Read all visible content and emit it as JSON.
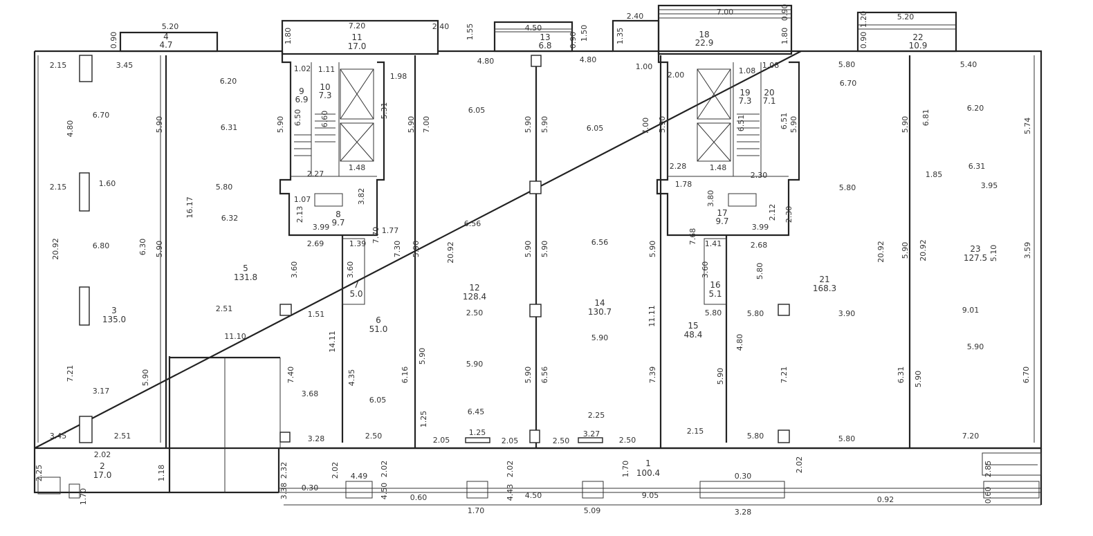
{
  "rooms": [
    {
      "id": "4",
      "no": "4",
      "area": "4.7"
    },
    {
      "id": "11",
      "no": "11",
      "area": "17.0"
    },
    {
      "id": "13",
      "no": "13",
      "area": "6.8"
    },
    {
      "id": "18",
      "no": "18",
      "area": "22.9"
    },
    {
      "id": "22",
      "no": "22",
      "area": "10.9"
    },
    {
      "id": "9",
      "no": "9",
      "area": "6.9"
    },
    {
      "id": "10",
      "no": "10",
      "area": "7.3"
    },
    {
      "id": "19",
      "no": "19",
      "area": "7.3"
    },
    {
      "id": "20",
      "no": "20",
      "area": "7.1"
    },
    {
      "id": "8",
      "no": "8",
      "area": "9.7"
    },
    {
      "id": "17",
      "no": "17",
      "area": "9.7"
    },
    {
      "id": "7",
      "no": "7",
      "area": "5.0"
    },
    {
      "id": "16",
      "no": "16",
      "area": "5.1"
    },
    {
      "id": "5",
      "no": "5",
      "area": "131.8"
    },
    {
      "id": "3",
      "no": "3",
      "area": "135.0"
    },
    {
      "id": "6",
      "no": "6",
      "area": "51.0"
    },
    {
      "id": "12",
      "no": "12",
      "area": "128.4"
    },
    {
      "id": "14",
      "no": "14",
      "area": "130.7"
    },
    {
      "id": "15",
      "no": "15",
      "area": "48.4"
    },
    {
      "id": "21",
      "no": "21",
      "area": "168.3"
    },
    {
      "id": "23",
      "no": "23",
      "area": "127.5"
    },
    {
      "id": "2",
      "no": "2",
      "area": "17.0"
    },
    {
      "id": "1",
      "no": "1",
      "area": "100.4"
    }
  ],
  "dimensions": [
    "5.20",
    "0.90",
    "7.20",
    "1.80",
    "2.40",
    "1.55",
    "4.50",
    "1.50",
    "1.35",
    "2.40",
    "7.00",
    "0.90",
    "5.20",
    "1.20",
    "0.90",
    "0.90",
    "1.80",
    "2.15",
    "3.45",
    "6.20",
    "1.02",
    "1.11",
    "1.98",
    "4.80",
    "4.80",
    "1.00",
    "2.00",
    "1.08",
    "1.08",
    "5.80",
    "5.40",
    "6.70",
    "4.80",
    "5.90",
    "6.31",
    "5.90",
    "6.50",
    "6.60",
    "5.31",
    "5.90",
    "7.00",
    "6.05",
    "5.90",
    "5.90",
    "6.05",
    "7.00",
    "5.90",
    "6.51",
    "6.51",
    "5.90",
    "6.70",
    "5.90",
    "6.81",
    "6.20",
    "5.74",
    "2.15",
    "1.60",
    "5.80",
    "2.27",
    "1.48",
    "2.28",
    "1.78",
    "1.48",
    "2.30",
    "5.80",
    "1.85",
    "6.31",
    "3.95",
    "16.17",
    "6.32",
    "1.07",
    "2.13",
    "3.99",
    "3.82",
    "7.70",
    "1.77",
    "6.56",
    "6.56",
    "3.80",
    "2.12",
    "2.30",
    "3.99",
    "20.92",
    "6.80",
    "6.30",
    "5.90",
    "2.69",
    "1.39",
    "7.30",
    "5.90",
    "20.92",
    "5.90",
    "5.90",
    "5.90",
    "7.68",
    "1.41",
    "2.68",
    "20.92",
    "5.90",
    "20.92",
    "5.10",
    "3.59",
    "3.60",
    "3.60",
    "3.60",
    "5.80",
    "2.51",
    "1.51",
    "5.80",
    "2.50",
    "5.80",
    "3.90",
    "9.01",
    "11.10",
    "14.11",
    "11.11",
    "4.80",
    "7.21",
    "5.90",
    "7.40",
    "4.35",
    "5.90",
    "6.16",
    "5.90",
    "5.90",
    "6.56",
    "5.90",
    "7.39",
    "5.90",
    "7.21",
    "5.90",
    "6.31",
    "5.90",
    "6.70",
    "3.17",
    "3.68",
    "6.05",
    "6.45",
    "2.25",
    "1.25",
    "1.25",
    "3.27",
    "2.15",
    "3.45",
    "2.51",
    "3.28",
    "2.50",
    "2.05",
    "2.05",
    "2.50",
    "2.50",
    "5.80",
    "5.80",
    "7.20",
    "2.02",
    "2.32",
    "2.02",
    "2.02",
    "2.02",
    "1.70",
    "2.02",
    "2.85",
    "2.25",
    "1.18",
    "4.49",
    "0.30",
    "3.38",
    "0.30",
    "4.50",
    "0.60",
    "4.43",
    "4.50",
    "9.05",
    "0.92",
    "0.60",
    "1.70",
    "1.70",
    "5.09",
    "3.28"
  ]
}
